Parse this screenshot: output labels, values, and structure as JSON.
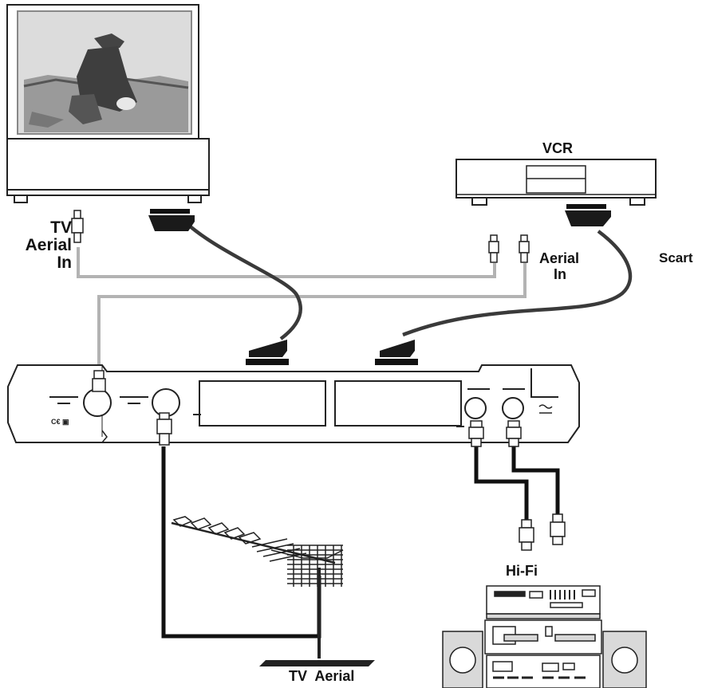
{
  "labels": {
    "tv_aerial_in": [
      "TV",
      "Aerial",
      "In"
    ],
    "vcr": "VCR",
    "vcr_aerial_in": [
      "Aerial",
      "In"
    ],
    "scart": "Scart",
    "hifi": "Hi-Fi",
    "tv_aerial": "TV  Aerial"
  },
  "colors": {
    "outline": "#1a1a1a",
    "aerial_cable": "#b3b3b3",
    "scart_cable": "#3a3a3a",
    "audio_cable": "#111111",
    "tv_screen": "#d9d9d9"
  }
}
